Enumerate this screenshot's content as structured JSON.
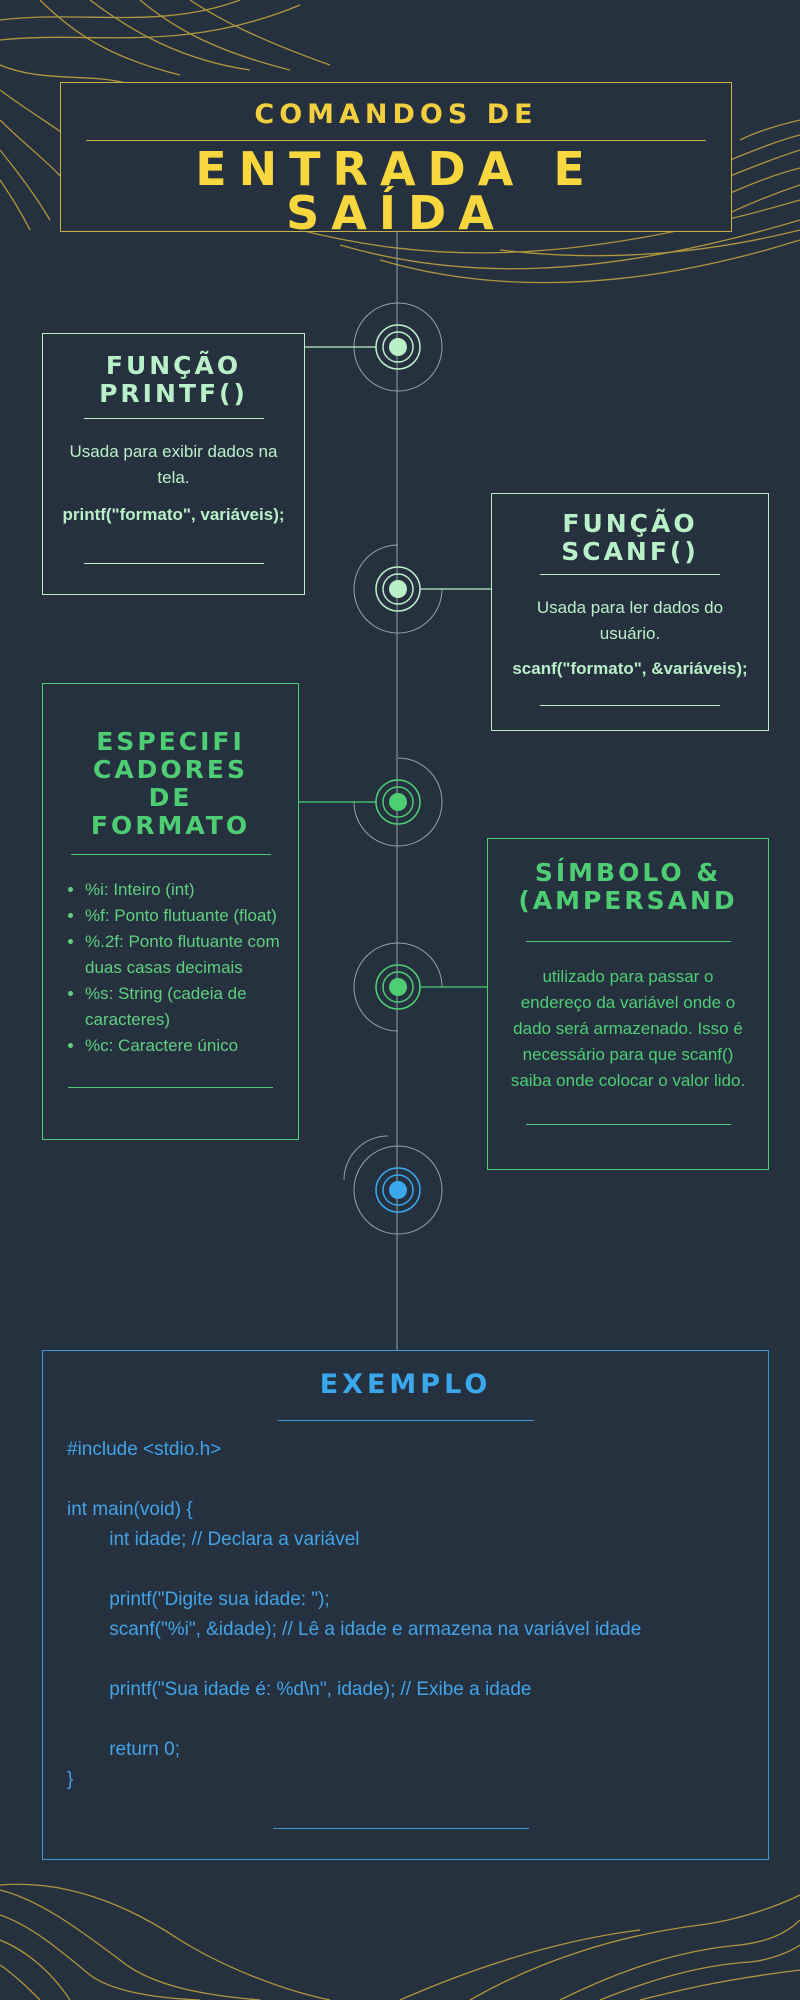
{
  "header": {
    "title_line1": "COMANDOS DE",
    "title_line2a": "ENTRADA E",
    "title_line2b": "SAÍDA"
  },
  "printf_card": {
    "title_line1": "FUNÇÃO",
    "title_line2": "PRINTF()",
    "description": "Usada para exibir dados na tela.",
    "syntax": "printf(\"formato\", variáveis);"
  },
  "scanf_card": {
    "title_line1": "FUNÇÃO",
    "title_line2": "SCANF()",
    "description": "Usada para ler dados do usuário.",
    "syntax": "scanf(\"formato\", &variáveis);"
  },
  "specifiers_card": {
    "title_lines": [
      "ESPECIFI",
      "CADORES",
      "DE",
      "FORMATO"
    ],
    "items": [
      "%i: Inteiro (int)",
      "%f: Ponto flutuante (float)",
      "%.2f: Ponto flutuante com duas casas decimais",
      "%s: String (cadeia de caracteres)",
      "%c: Caractere único"
    ]
  },
  "ampersand_card": {
    "title_line1": "SÍMBOLO &",
    "title_line2": "(AMPERSAND",
    "description": "utilizado para passar o endereço da variável onde o dado será armazenado. Isso é necessário para que scanf() saiba onde colocar o valor lido."
  },
  "example": {
    "title": "EXEMPLO",
    "code_lines": [
      "#include <stdio.h>",
      "",
      "int main(void) {",
      "        int idade; // Declara a variável",
      "",
      "        printf(\"Digite sua idade: \");",
      "        scanf(\"%i\", &idade); // Lê a idade e armazena na variável idade",
      "",
      "        printf(\"Sua idade é: %d\\n\", idade); // Exibe a idade",
      "",
      "        return 0;",
      "}"
    ]
  },
  "colors": {
    "background": "#263140",
    "gold": "#f7d63e",
    "mint": "#b9f0c8",
    "green": "#4ece73",
    "blue": "#3aa8ec"
  }
}
